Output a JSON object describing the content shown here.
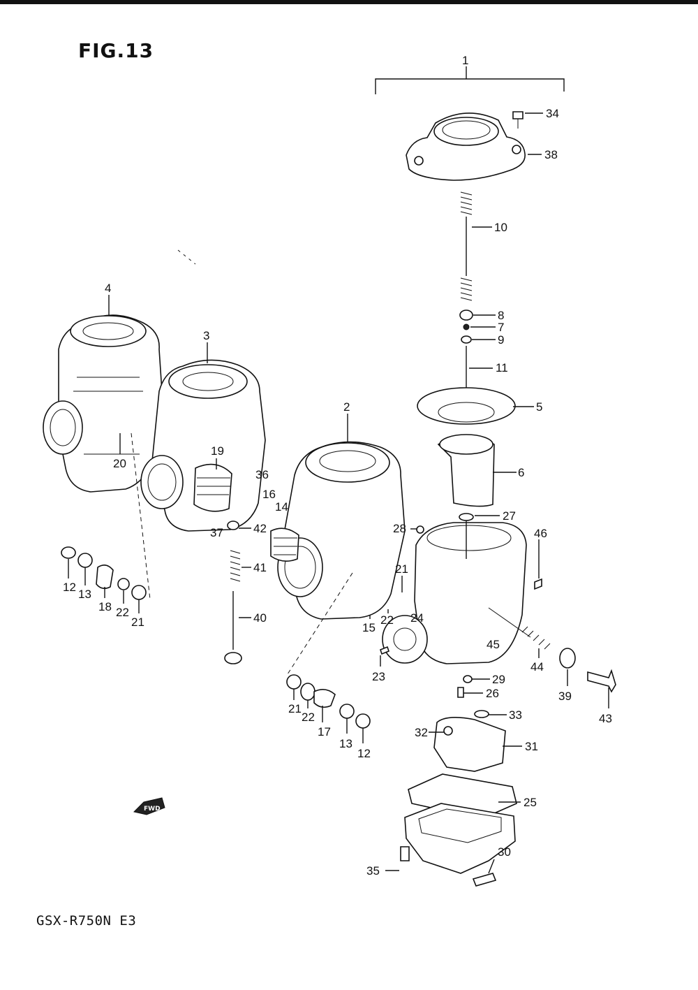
{
  "figure_title": "FIG.13",
  "model_code": "GSX-R750N E3",
  "direction_badge": "FWD",
  "callouts": [
    {
      "id": "c1",
      "label": "1"
    },
    {
      "id": "c2",
      "label": "2"
    },
    {
      "id": "c3",
      "label": "3"
    },
    {
      "id": "c4",
      "label": "4"
    },
    {
      "id": "c5",
      "label": "5"
    },
    {
      "id": "c6",
      "label": "6"
    },
    {
      "id": "c7",
      "label": "7"
    },
    {
      "id": "c8",
      "label": "8"
    },
    {
      "id": "c9",
      "label": "9"
    },
    {
      "id": "c10",
      "label": "10"
    },
    {
      "id": "c11",
      "label": "11"
    },
    {
      "id": "c12a",
      "label": "12"
    },
    {
      "id": "c13a",
      "label": "13"
    },
    {
      "id": "c18",
      "label": "18"
    },
    {
      "id": "c22a",
      "label": "22"
    },
    {
      "id": "c21a",
      "label": "21"
    },
    {
      "id": "c20",
      "label": "20"
    },
    {
      "id": "c19",
      "label": "19"
    },
    {
      "id": "c36",
      "label": "36"
    },
    {
      "id": "c16",
      "label": "16"
    },
    {
      "id": "c14",
      "label": "14"
    },
    {
      "id": "c37",
      "label": "37"
    },
    {
      "id": "c42",
      "label": "42"
    },
    {
      "id": "c41",
      "label": "41"
    },
    {
      "id": "c40",
      "label": "40"
    },
    {
      "id": "c28",
      "label": "28"
    },
    {
      "id": "c27",
      "label": "27"
    },
    {
      "id": "c46",
      "label": "46"
    },
    {
      "id": "c21b",
      "label": "21"
    },
    {
      "id": "c22b",
      "label": "22"
    },
    {
      "id": "c24",
      "label": "24"
    },
    {
      "id": "c15",
      "label": "15"
    },
    {
      "id": "c45",
      "label": "45"
    },
    {
      "id": "c44",
      "label": "44"
    },
    {
      "id": "c39",
      "label": "39"
    },
    {
      "id": "c43",
      "label": "43"
    },
    {
      "id": "c23",
      "label": "23"
    },
    {
      "id": "c29",
      "label": "29"
    },
    {
      "id": "c26",
      "label": "26"
    },
    {
      "id": "c33",
      "label": "33"
    },
    {
      "id": "c32",
      "label": "32"
    },
    {
      "id": "c31",
      "label": "31"
    },
    {
      "id": "c25",
      "label": "25"
    },
    {
      "id": "c30",
      "label": "30"
    },
    {
      "id": "c35",
      "label": "35"
    },
    {
      "id": "c21c",
      "label": "21"
    },
    {
      "id": "c22c",
      "label": "22"
    },
    {
      "id": "c17",
      "label": "17"
    },
    {
      "id": "c13b",
      "label": "13"
    },
    {
      "id": "c12b",
      "label": "12"
    },
    {
      "id": "c34",
      "label": "34"
    },
    {
      "id": "c38",
      "label": "38"
    }
  ]
}
